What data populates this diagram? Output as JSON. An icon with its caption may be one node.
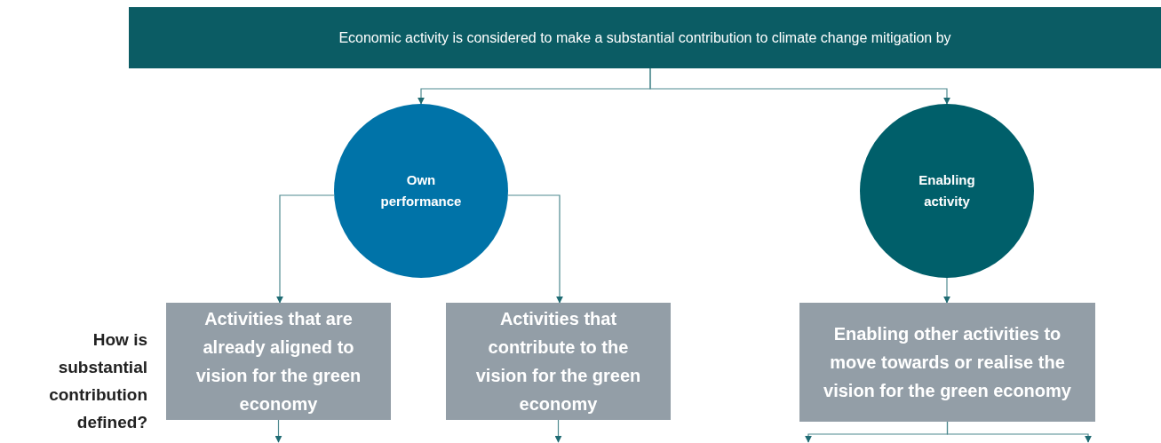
{
  "diagram": {
    "nodes": [
      {
        "text": [
          "Economic activity is considered to make a substantial contribution to climate change mitigation by"
        ]
      },
      {
        "text": [
          "Own performance"
        ]
      },
      {
        "text": [
          "Enabling activity"
        ]
      },
      {
        "text": [
          "Activities that are already aligned to vision for the green economy"
        ]
      },
      {
        "text": [
          "Activities that contribute to the vision for the green economy"
        ]
      },
      {
        "text": [
          "Enabling other activities to move towards or realise the vision for the green economy"
        ]
      }
    ],
    "edges": [
      {
        "from": 0,
        "to": 1,
        "arrow": "to"
      },
      {
        "from": 0,
        "to": 2,
        "arrow": "to"
      },
      {
        "from": 1,
        "to": 3,
        "arrow": "to"
      },
      {
        "from": 1,
        "to": 4,
        "arrow": "to"
      },
      {
        "from": 2,
        "to": 5,
        "arrow": "to"
      },
      {
        "from": 3,
        "to": null,
        "arrow": "to"
      },
      {
        "from": 4,
        "to": null,
        "arrow": "to"
      },
      {
        "from": 5,
        "to": null,
        "arrow": "to"
      },
      {
        "from": 5,
        "to": null,
        "arrow": "to"
      }
    ],
    "labels": [
      "How is substantial contribution defined?"
    ]
  }
}
